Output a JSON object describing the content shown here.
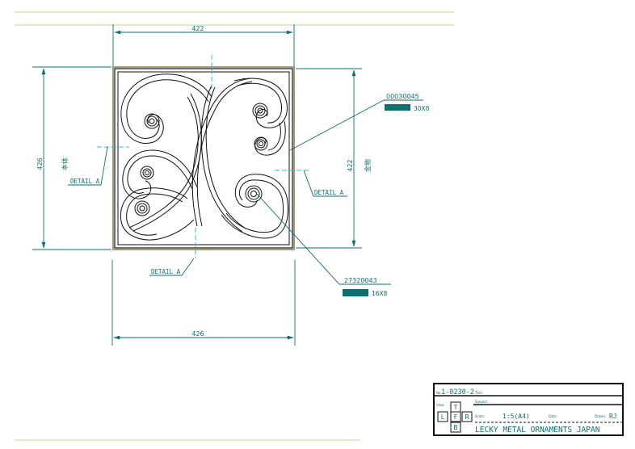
{
  "drawing": {
    "dimensions": {
      "top_width": "422",
      "bottom_width": "426",
      "left_height": "426",
      "right_height": "422",
      "left_label": "本体",
      "right_label": "金物"
    },
    "details": {
      "left": "DETAIL A",
      "right": "DETAIL A",
      "bottom": "DETAIL A"
    },
    "parts": [
      {
        "code": "00030045",
        "size": "30X8"
      },
      {
        "code": "27320043",
        "size": "16X8"
      }
    ],
    "colors": {
      "line": "#0f6e6e",
      "frame": "#111111",
      "rule": "#d8d6a8"
    }
  },
  "titleblock": {
    "number_prefix": "No.",
    "number": "1-0230-2",
    "title_label": "Title:",
    "subject_label": "Subject:",
    "view_label": "View",
    "views": {
      "top": "T",
      "left": "L",
      "front": "F",
      "right": "R",
      "bottom": "B"
    },
    "scale_label": "Scale:",
    "scale": "1:5(A4)",
    "date_label": "Date:",
    "drawn_label": "Drawn:",
    "drawn": "RJ",
    "company": "LECKY METAL ORNAMENTS JAPAN"
  }
}
